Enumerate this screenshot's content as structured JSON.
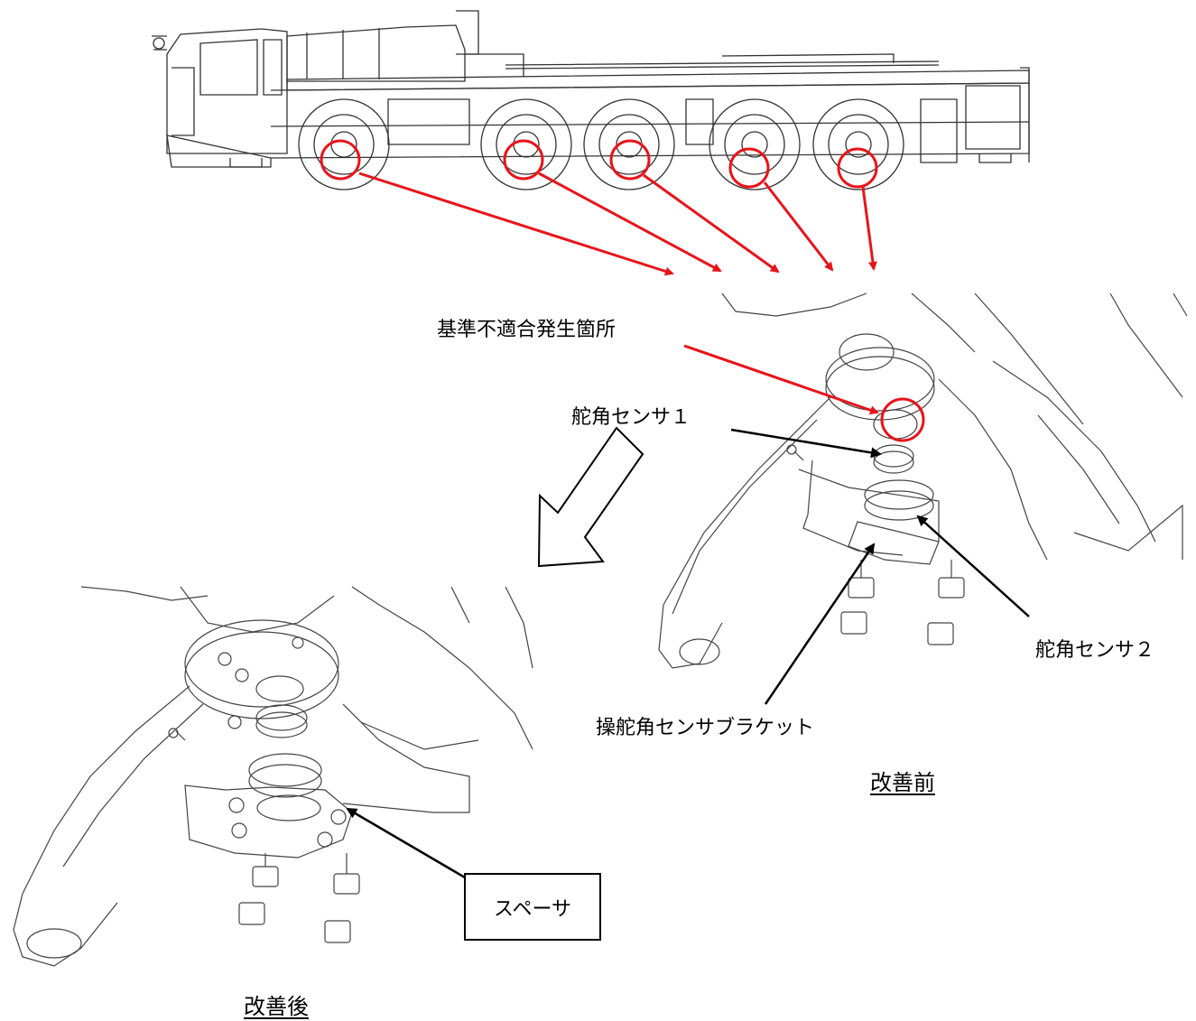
{
  "labels": {
    "nonconformity_location": "基準不適合発生箇所",
    "steering_sensor_1": "舵角センサ１",
    "steering_sensor_2": "舵角センサ２",
    "sensor_bracket": "操舵角センサブラケット",
    "spacer": "スペーサ"
  },
  "captions": {
    "before": "改善前",
    "after": "改善後"
  },
  "colors": {
    "highlight": "#e8141b",
    "line": "#000000",
    "drawing": "#444444"
  }
}
